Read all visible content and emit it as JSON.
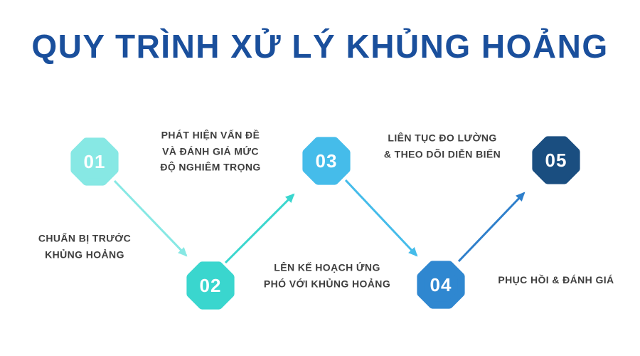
{
  "title": "QUY TRÌNH XỬ LÝ KHỦNG HOẢNG",
  "colors": {
    "background": "#FFFFFF",
    "title_text": "#1A4F9C",
    "label_text": "#3E3E3E",
    "step_number_text": "#FFFFFF"
  },
  "steps": [
    {
      "number": "01",
      "label": "CHUẨN BỊ TRƯỚC\nKHỦNG HOẢNG",
      "color": "#87E8E4"
    },
    {
      "number": "02",
      "label": "PHÁT HIỆN VẤN ĐỀ\nVÀ ĐÁNH GIÁ MỨC\nĐỘ NGHIÊM TRỌNG",
      "color": "#3AD6CE"
    },
    {
      "number": "03",
      "label": "LÊN KẾ HOẠCH ỨNG\nPHÓ VỚI KHỦNG HOẢNG",
      "color": "#45BCEA"
    },
    {
      "number": "04",
      "label": "LIÊN TỤC ĐO LƯỜNG\n& THEO DÕI DIỄN BIẾN",
      "color": "#2F87D0"
    },
    {
      "number": "05",
      "label": "PHỤC HỒI & ĐÁNH GIÁ",
      "color": "#1A4E80"
    }
  ],
  "arrows": [
    {
      "from_step": "01",
      "to_step": "02",
      "color": "#87E8E4"
    },
    {
      "from_step": "02",
      "to_step": "03",
      "color": "#3AD6CE"
    },
    {
      "from_step": "03",
      "to_step": "04",
      "color": "#45BCEA"
    },
    {
      "from_step": "04",
      "to_step": "05",
      "color": "#2E7FCB"
    }
  ]
}
